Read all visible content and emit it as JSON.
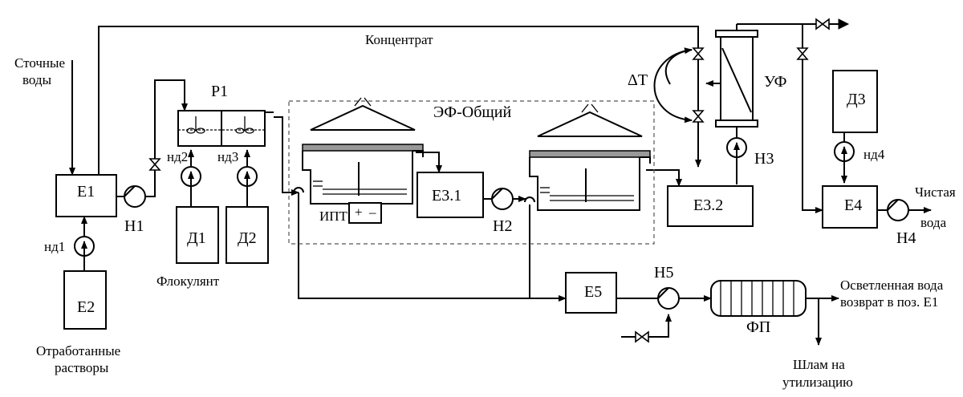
{
  "labels": {
    "wastewater": [
      "Сточные",
      "воды"
    ],
    "concentrate": "Концентрат",
    "r1": "Р1",
    "ef_group": "ЭФ-Общий",
    "delta_t": "ΔT",
    "uf": "УФ",
    "d3": "Д3",
    "e1": "Е1",
    "e2": "Е2",
    "n1": "Н1",
    "nd1": "нд1",
    "nd2": "нд2",
    "nd3": "нд3",
    "nd4": "нд4",
    "d1": "Д1",
    "d2": "Д2",
    "flocculant": "Флокулянт",
    "spent": [
      "Отработанные",
      "растворы"
    ],
    "ipt": "ИПТ",
    "ipt_plus": "+",
    "ipt_minus": "–",
    "e31": "Е3.1",
    "n2": "Н2",
    "e32": "Е3.2",
    "n3": "Н3",
    "e4": "Е4",
    "n4": "Н4",
    "clean_water": [
      "Чистая",
      "вода"
    ],
    "e5": "Е5",
    "n5": "Н5",
    "fp": "ФП",
    "clarified": [
      "Осветленная вода",
      "возврат в поз. Е1"
    ],
    "sludge": [
      "Шлам на",
      "утилизацию"
    ]
  }
}
